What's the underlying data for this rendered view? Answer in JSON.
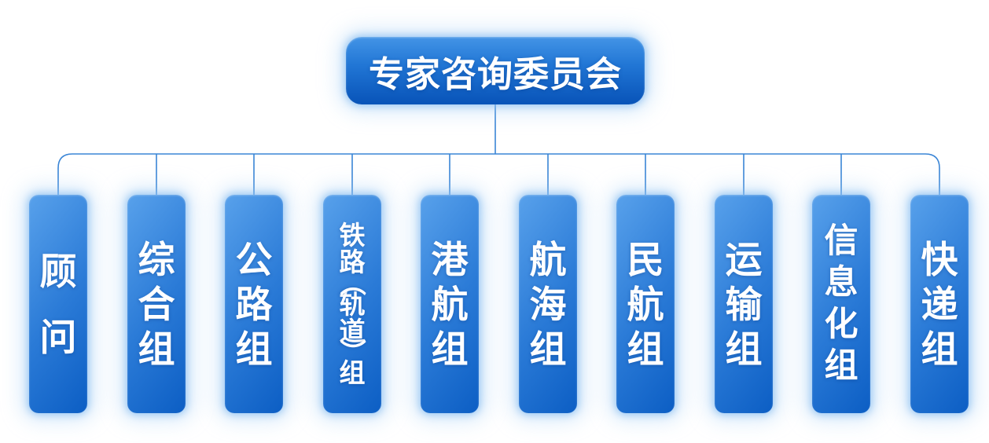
{
  "org_chart": {
    "type": "org-tree",
    "root": {
      "label": "专家咨询委员会"
    },
    "children": [
      {
        "label": "顾问"
      },
      {
        "label": "综合组"
      },
      {
        "label": "公路组"
      },
      {
        "label": "铁路（轨道）组"
      },
      {
        "label": "港航组"
      },
      {
        "label": "航海组"
      },
      {
        "label": "民航组"
      },
      {
        "label": "运输组"
      },
      {
        "label": "信息化组"
      },
      {
        "label": "快递组"
      }
    ]
  },
  "colors": {
    "background": "#ffffff",
    "text": "#ffffff",
    "connector": "#3a85d6",
    "child_gradient_light": "#58a1eb",
    "child_gradient_mid": "#2b7bd7",
    "child_gradient_dark": "#0c5ec4",
    "root_gradient_top": "#4394e6",
    "root_gradient_mid": "#2176d5",
    "root_gradient_bottom": "#0853b8",
    "glow": "#a0cdf4"
  }
}
